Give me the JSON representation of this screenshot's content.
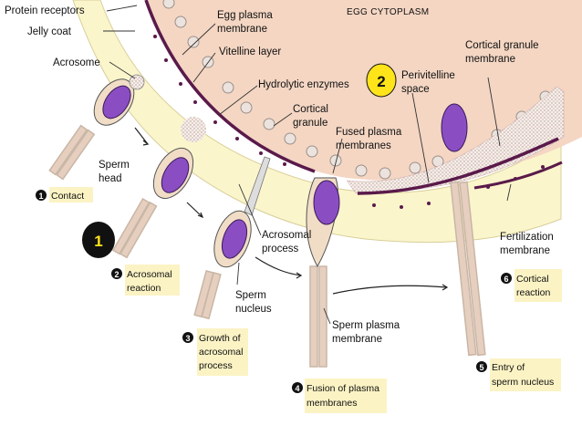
{
  "labels": {
    "protein_receptors": "Protein receptors",
    "jelly_coat": "Jelly coat",
    "acrosome": "Acrosome",
    "sperm_head_1": "Sperm",
    "sperm_head_2": "head",
    "egg_plasma_1": "Egg plasma",
    "egg_plasma_2": "membrane",
    "vitelline": "Vitelline layer",
    "hydrolytic": "Hydrolytic enzymes",
    "cortical_granule_1": "Cortical",
    "cortical_granule_2": "granule",
    "egg_cytoplasm": "EGG CYTOPLASM",
    "perivitelline_1": "Perivitelline",
    "perivitelline_2": "space",
    "cg_membrane_1": "Cortical granule",
    "cg_membrane_2": "membrane",
    "fused_1": "Fused plasma",
    "fused_2": "membranes",
    "acrosomal_process_1": "Acrosomal",
    "acrosomal_process_2": "process",
    "sperm_nucleus_1": "Sperm",
    "sperm_nucleus_2": "nucleus",
    "sperm_plasma_1": "Sperm plasma",
    "sperm_plasma_2": "membrane",
    "fertilization_1": "Fertilization",
    "fertilization_2": "membrane"
  },
  "steps": {
    "s1": {
      "num": "1",
      "text": "Contact"
    },
    "s2": {
      "num": "2",
      "line1": "Acrosomal",
      "line2": "reaction"
    },
    "s3": {
      "num": "3",
      "line1": "Growth of",
      "line2": "acrosomal",
      "line3": "process"
    },
    "s4": {
      "num": "4",
      "line1": "Fusion of plasma",
      "line2": "membranes"
    },
    "s5": {
      "num": "5",
      "line1": "Entry of",
      "line2": "sperm nucleus"
    },
    "s6": {
      "num": "6",
      "line1": "Cortical",
      "line2": "reaction"
    }
  },
  "badges": {
    "badge_1": "1",
    "badge_2": "2"
  },
  "colors": {
    "cytoplasm": "#f4d6c3",
    "jelly": "#fbf5cc",
    "membrane": "#5a1a4a",
    "nucleus": "#8a4ec2",
    "sperm_body": "#f1ddc6",
    "tail": "#e6cfbe",
    "step_bg": "#fbf3c4",
    "badge_1_fill": "#111111",
    "badge_2_fill": "#ffe419"
  }
}
